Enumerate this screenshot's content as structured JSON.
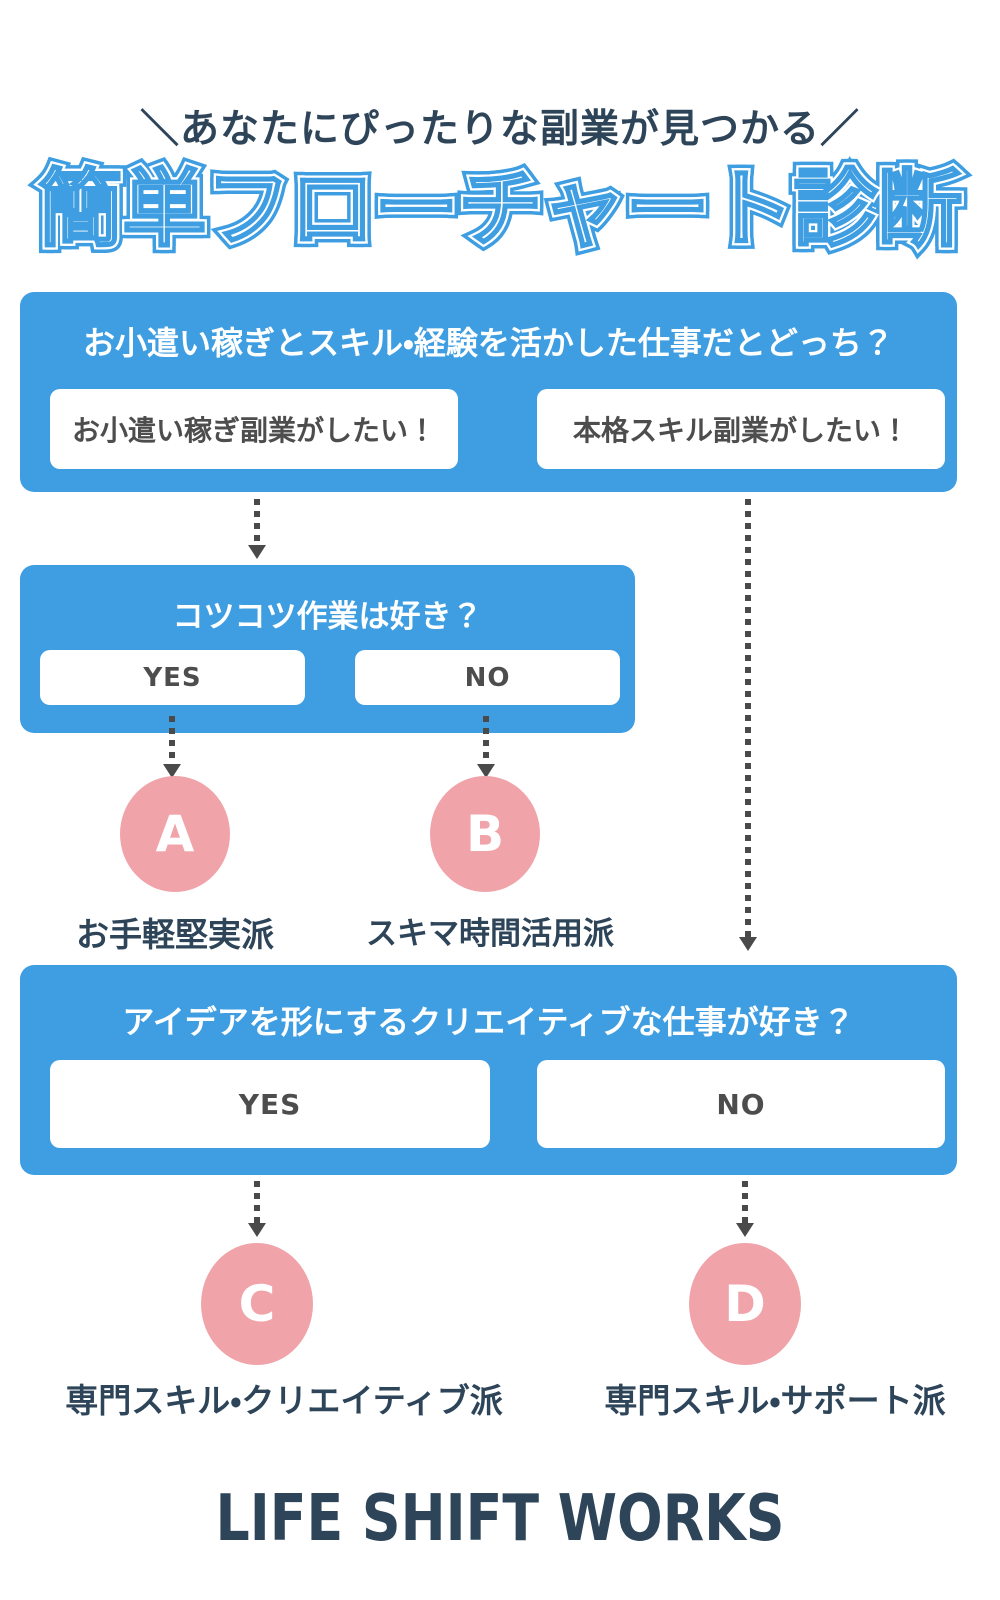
{
  "header": {
    "tagline": "＼あなたにぴったりな副業が見つかる／",
    "title": "簡単フローチャート診断"
  },
  "flow": {
    "q1": {
      "question": "お小遣い稼ぎとスキル・経験を活かした仕事だとどっち？",
      "options": [
        {
          "label": "お小遣い稼ぎ副業がしたい！"
        },
        {
          "label": "本格スキル副業がしたい！"
        }
      ]
    },
    "q2": {
      "question": "コツコツ作業は好き？",
      "options": [
        {
          "label": "YES"
        },
        {
          "label": "NO"
        }
      ]
    },
    "q3": {
      "question": "アイデアを形にするクリエイティブな仕事が好き？",
      "options": [
        {
          "label": "YES"
        },
        {
          "label": "NO"
        }
      ]
    },
    "results": [
      {
        "letter": "A",
        "label": "お手軽堅実派"
      },
      {
        "letter": "B",
        "label": "スキマ時間活用派"
      },
      {
        "letter": "C",
        "label": "専門スキル・クリエイティブ派"
      },
      {
        "letter": "D",
        "label": "専門スキル・サポート派"
      }
    ]
  },
  "footer": {
    "brand": "LIFE SHIFT WORKS"
  },
  "colors": {
    "accent_blue": "#3E9EE1",
    "navy_text": "#2D4459",
    "result_pink": "#F0A4AA",
    "option_text": "#4D4D4D",
    "arrow_gray": "#4A4A4A",
    "background": "#FFFFFF"
  }
}
